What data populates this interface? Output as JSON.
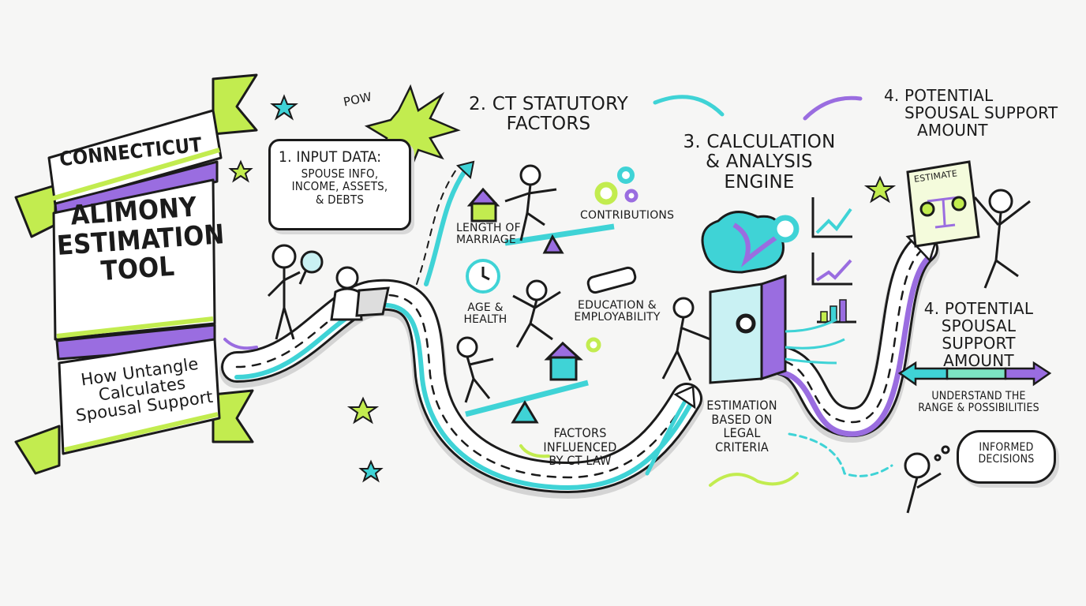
{
  "title": {
    "banner_top": "CONNECTICUT",
    "main_lines": [
      "ALIMONY",
      "ESTIMATION",
      "TOOL"
    ],
    "subtitle_lines": [
      "How Untangle",
      "Calculates",
      "Spousal Support"
    ]
  },
  "step1": {
    "heading": "1. INPUT DATA:",
    "lines": [
      "SPOUSE INFO,",
      "INCOME, ASSETS,",
      "& DEBTS"
    ],
    "sfx_pow": "POW"
  },
  "step2": {
    "heading_lines": [
      "2. CT STATUTORY",
      "FACTORS"
    ],
    "factors": {
      "length_of_marriage": [
        "LENGTH OF",
        "MARRIAGE"
      ],
      "contributions": "CONTRIBUTIONS",
      "age_health": [
        "AGE &",
        "HEALTH"
      ],
      "education": [
        "EDUCATION &",
        "EMPLOYABILITY"
      ]
    },
    "caption_lines": [
      "FACTORS",
      "INFLUENCED",
      "BY CT LAW"
    ]
  },
  "step3": {
    "heading_lines": [
      "3. CALCULATION",
      "& ANALYSIS",
      "ENGINE"
    ],
    "caption_lines": [
      "ESTIMATION",
      "BASED ON",
      "LEGAL",
      "CRITERIA"
    ]
  },
  "step4_top": {
    "heading_lines": [
      "4. POTENTIAL",
      "SPOUSAL SUPPORT",
      "AMOUNT"
    ],
    "document_label": "ESTIMATE"
  },
  "step4_bottom": {
    "heading_lines": [
      "4. POTENTIAL",
      "SPOUSAL SUPPORT",
      "AMOUNT"
    ],
    "range_caption_lines": [
      "UNDERSTAND THE",
      "RANGE & POSSIBILITIES"
    ],
    "thought_bubble_lines": [
      "INFORMED",
      "DECISIONS"
    ]
  },
  "colors": {
    "teal": "#3fd3d6",
    "lime": "#c2ec4f",
    "purple": "#9a6de0",
    "ink": "#1b1b1b",
    "background": "#f6f6f5"
  }
}
